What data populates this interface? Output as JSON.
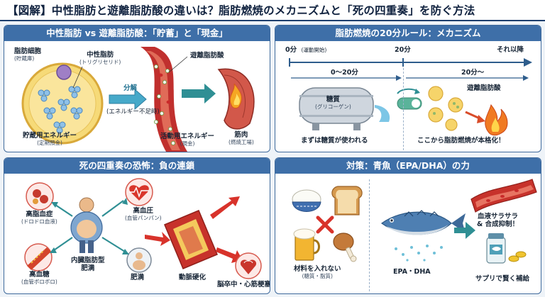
{
  "title": "【図解】中性脂肪と遊離脂肪酸の違いは？脂肪燃焼のメカニズムと「死の四重奏」を防ぐ方法",
  "panel1": {
    "heading": "中性脂肪 vs 遊離脂肪酸：「貯蓄」と「現金」",
    "fat_cell": "脂肪細胞",
    "fat_cell_sub": "(貯蔵庫)",
    "triglyceride": "中性脂肪",
    "triglyceride_sub": "(トリグリセリド)",
    "decompose": "分解",
    "low_energy": "(エネルギー不足時)",
    "ffa": "遊離脂肪酸",
    "muscle": "筋肉",
    "muscle_sub": "(燃焼工場)",
    "storage_energy": "貯蔵用エネルギー",
    "storage_energy_sub": "(定期預金)",
    "active_energy": "活動用エネルギー",
    "active_energy_sub": "(現金)"
  },
  "panel2": {
    "heading": "脂肪燃焼の20分ルール：メカニズム",
    "t0": "0分",
    "t0_sub": "(運動開始)",
    "t20": "20分",
    "t_after": "それ以降",
    "range1": "0〜20分",
    "range2": "20分〜",
    "sugar": "糖質",
    "glycogen": "(グリコーゲン)",
    "ffa": "遊離脂肪酸",
    "first_sugar": "まずは糖質が使われる",
    "full_burn": "ここから脂肪燃焼が本格化！"
  },
  "panel3": {
    "heading": "死の四重奏の恐怖：負の連鎖",
    "hyperlipidemia": "高脂血症",
    "hyperlipidemia_sub": "(ドロドロ血液)",
    "hypertension": "高血圧",
    "hypertension_sub": "(血管パンパン)",
    "center": "内臓脂肪型",
    "center2": "肥満",
    "hyperglycemia": "高血糖",
    "hyperglycemia_sub": "(血管ボロボロ)",
    "obesity": "肥満",
    "atherosclerosis": "動脈硬化",
    "stroke": "脳卒中・心筋梗塞"
  },
  "panel4": {
    "heading": "対策：青魚（EPA/DHA）の力",
    "no_material": "材料を入れない",
    "no_material_sub": "(糖質・脂質)",
    "epa_dha": "EPA・DHA",
    "blood_smooth": "血液サラサラ",
    "synthesis": "& 合成抑制！",
    "supplement": "サプリで賢く補給"
  },
  "colors": {
    "header": "#3e6fa8",
    "border": "#3f6a9c",
    "accent_red": "#d8332b",
    "teal": "#2f8f94",
    "fat_yellow": "#f3d36a"
  }
}
